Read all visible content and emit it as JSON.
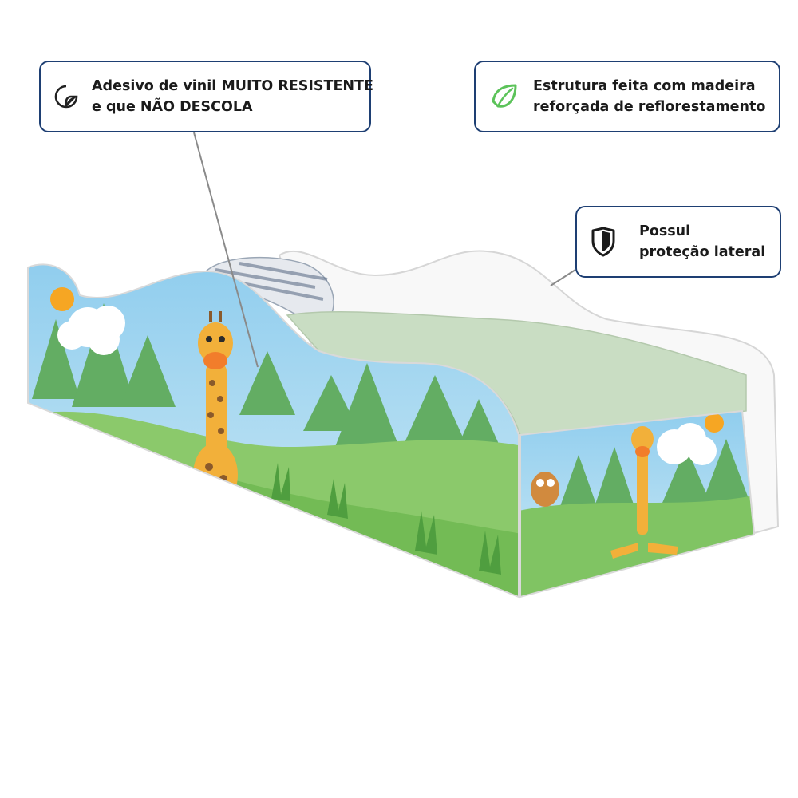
{
  "callouts": {
    "sticker": {
      "icon": "sticker-peel-icon",
      "line1": "Adesivo de vinil MUITO RESISTENTE",
      "line2": "e que NÃO DESCOLA"
    },
    "wood": {
      "icon": "leaf-icon",
      "line1": "Estrutura feita com madeira",
      "line2": "reforçada de reflorestamento"
    },
    "protection": {
      "icon": "shield-icon",
      "line1": "Possui",
      "line2": "proteção lateral"
    }
  },
  "colors": {
    "callout_border": "#1e3f73",
    "leaf_green": "#5cc35a",
    "bed_white": "#f7f7f7",
    "sky": "#a9d8f2",
    "grass": "#7cc35f",
    "tree": "#5da85c",
    "mattress": "#c7dcc0",
    "giraffe": "#f2b03a"
  }
}
